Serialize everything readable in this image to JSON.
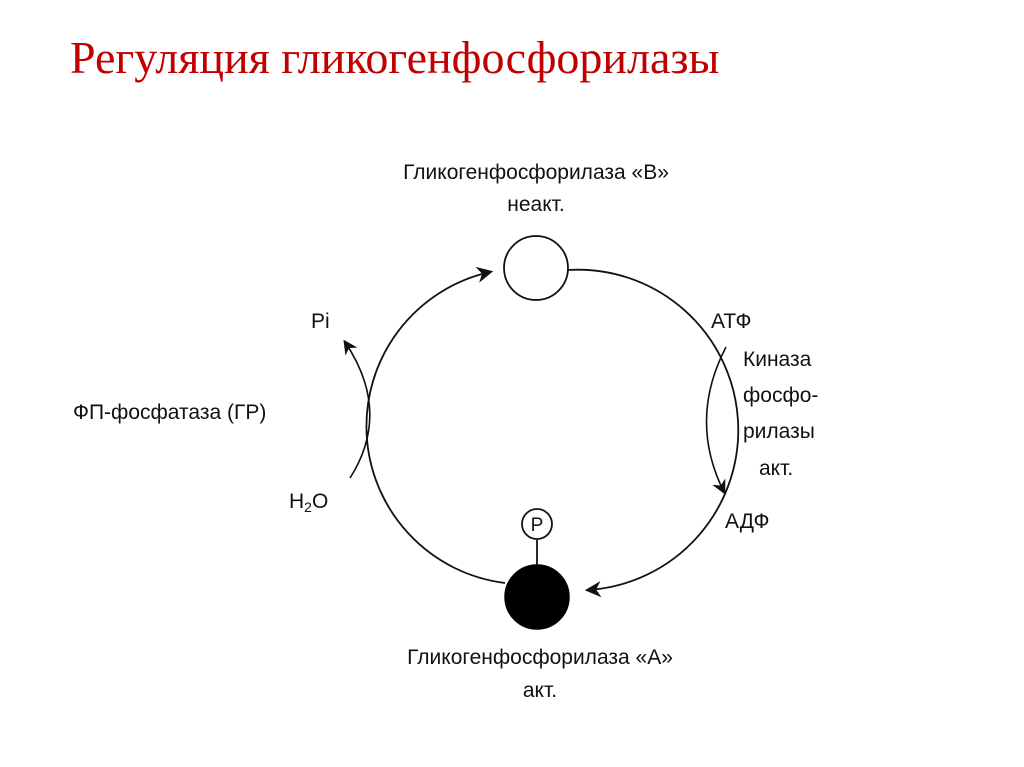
{
  "slide": {
    "title": "Регуляция гликогенфосфорилазы"
  },
  "diagram": {
    "top_enzyme": {
      "name": "Гликогенфосфорилаза «В»",
      "state": "неакт."
    },
    "bottom_enzyme": {
      "name": "Гликогенфосфорилаза «А»",
      "state": "акт."
    },
    "phosphate_marker": "P",
    "right_side": {
      "input": "АТФ",
      "enzyme_lines": [
        "Киназа",
        "фосфо-",
        "рилазы",
        "акт."
      ],
      "output": "АДФ"
    },
    "left_side": {
      "output": "Pi",
      "enzyme": "ФП-фосфатаза (ГР)",
      "input_main": "H",
      "input_sub": "2",
      "input_tail": "O"
    },
    "colors": {
      "title": "#c00000",
      "line": "#111111",
      "active_fill": "#000000",
      "inactive_fill": "#ffffff"
    }
  }
}
